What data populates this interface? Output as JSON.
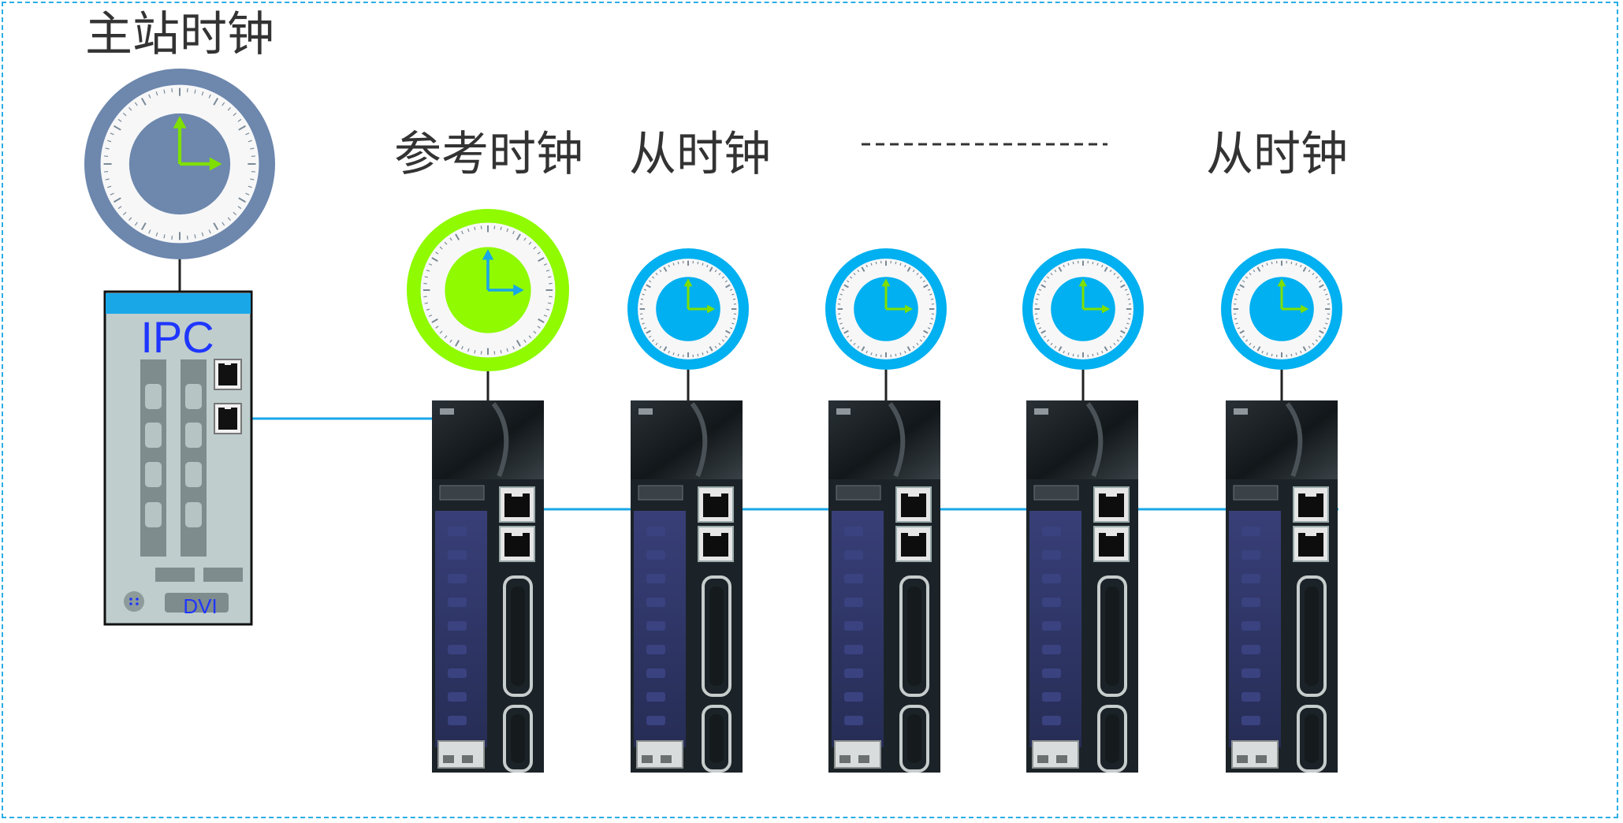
{
  "labels": {
    "master_clock": "主站时钟",
    "reference_clock": "参考时钟",
    "slave_clock_1": "从时钟",
    "slave_clock_last": "从时钟"
  },
  "ipc": {
    "name": "IPC",
    "port_label": "DVI"
  },
  "colors": {
    "frame": "#29aee6",
    "master_clock": "#6d87ad",
    "reference_clock": "#8ffa00",
    "slave_clock": "#00b0f0",
    "network_line": "#1aa7e8",
    "hand_master": "#7fe000",
    "hand_reference": "#18a6e8",
    "hand_slave": "#7fe000",
    "ipc_top_bar": "#1aa7e8",
    "ipc_body": "#bfcdcd",
    "ipc_text": "#1f36ff",
    "drive_body": "#1c2328",
    "drive_panel": "#2d3566"
  },
  "icons": {
    "master": "clock-icon",
    "reference": "clock-icon",
    "slave": "clock-icon",
    "port": "ethernet-port-icon"
  }
}
